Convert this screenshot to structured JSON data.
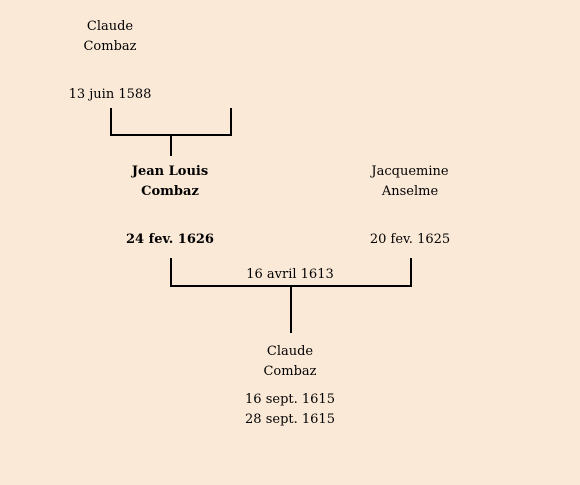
{
  "father": {
    "first_name": "Claude",
    "last_name": "Combaz",
    "date": "13 juin 1588"
  },
  "subject": {
    "first_name": "Jean Louis",
    "last_name": "Combaz",
    "death_date": "24 fev. 1626"
  },
  "spouse": {
    "first_name": "Jacquemine",
    "last_name": "Anselme",
    "death_date": "20 fev. 1625"
  },
  "marriage": {
    "date": "16 avril 1613"
  },
  "child": {
    "first_name": "Claude",
    "last_name": "Combaz",
    "birth_date": "16 sept. 1615",
    "death_date": "28 sept. 1615"
  }
}
